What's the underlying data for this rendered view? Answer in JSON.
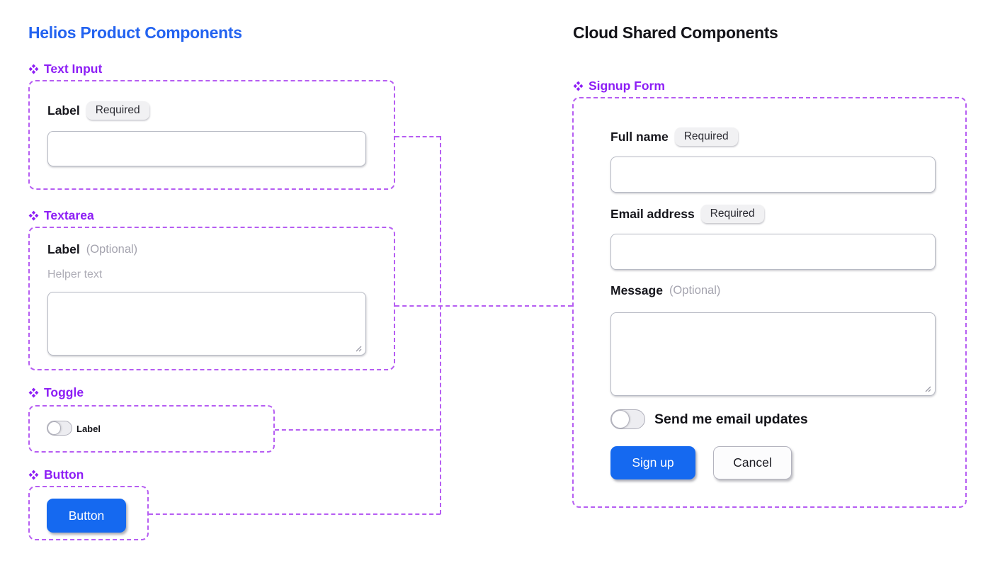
{
  "colors": {
    "heading_blue": "#2363f0",
    "heading_dark": "#131318",
    "component_purple": "#8d1ef5",
    "connector_purple": "#b65df2",
    "primary_button_blue": "#1569f0",
    "badge_background": "#f1f1f3"
  },
  "left": {
    "title": "Helios Product Components",
    "text_input": {
      "section": "Text Input",
      "label": "Label",
      "badge": "Required",
      "value": ""
    },
    "textarea": {
      "section": "Textarea",
      "label": "Label",
      "optional": "(Optional)",
      "helper": "Helper text",
      "value": ""
    },
    "toggle": {
      "section": "Toggle",
      "label": "Label",
      "state": "off"
    },
    "button": {
      "section": "Button",
      "text": "Button"
    }
  },
  "right": {
    "title": "Cloud Shared Components",
    "signup_form": {
      "section": "Signup Form",
      "full_name": {
        "label": "Full name",
        "badge": "Required",
        "value": ""
      },
      "email": {
        "label": "Email address",
        "badge": "Required",
        "value": ""
      },
      "message": {
        "label": "Message",
        "optional": "(Optional)",
        "value": ""
      },
      "updates_toggle": {
        "label": "Send me email updates",
        "state": "off"
      },
      "submit": "Sign up",
      "cancel": "Cancel"
    }
  }
}
